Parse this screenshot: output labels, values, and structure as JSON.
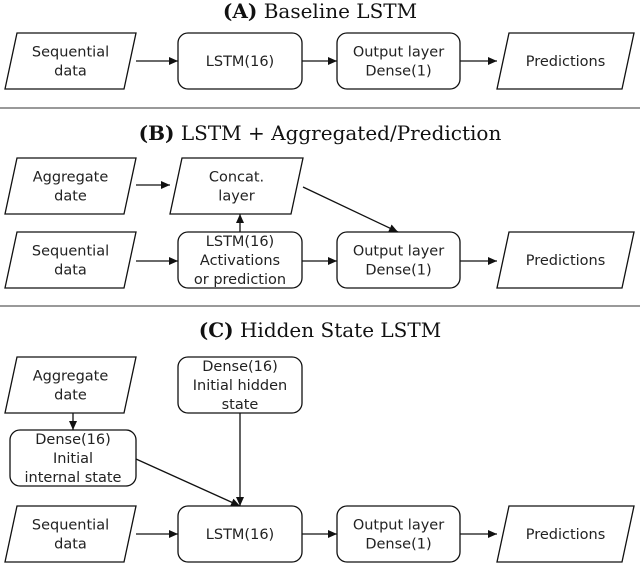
{
  "sections": {
    "a": {
      "letter": "(A)",
      "title": "Baseline LSTM"
    },
    "b": {
      "letter": "(B)",
      "title": "LSTM + Aggregated/Prediction"
    },
    "c": {
      "letter": "(C)",
      "title": "Hidden State LSTM"
    }
  },
  "nodes": {
    "a_sequential": [
      "Sequential",
      "data"
    ],
    "a_lstm": [
      "LSTM(16)"
    ],
    "a_output": [
      "Output layer",
      "Dense(1)"
    ],
    "a_predictions": [
      "Predictions"
    ],
    "b_aggregate": [
      "Aggregate",
      "date"
    ],
    "b_concat": [
      "Concat.",
      "layer"
    ],
    "b_sequential": [
      "Sequential",
      "data"
    ],
    "b_lstm": [
      "LSTM(16)",
      "Activations",
      "or prediction"
    ],
    "b_output": [
      "Output layer",
      "Dense(1)"
    ],
    "b_predictions": [
      "Predictions"
    ],
    "c_aggregate": [
      "Aggregate",
      "date"
    ],
    "c_dense_hidden": [
      "Dense(16)",
      "Initial hidden",
      "state"
    ],
    "c_dense_internal": [
      "Dense(16)",
      "Initial",
      "internal state"
    ],
    "c_sequential": [
      "Sequential",
      "data"
    ],
    "c_lstm": [
      "LSTM(16)"
    ],
    "c_output": [
      "Output layer",
      "Dense(1)"
    ],
    "c_predictions": [
      "Predictions"
    ]
  }
}
